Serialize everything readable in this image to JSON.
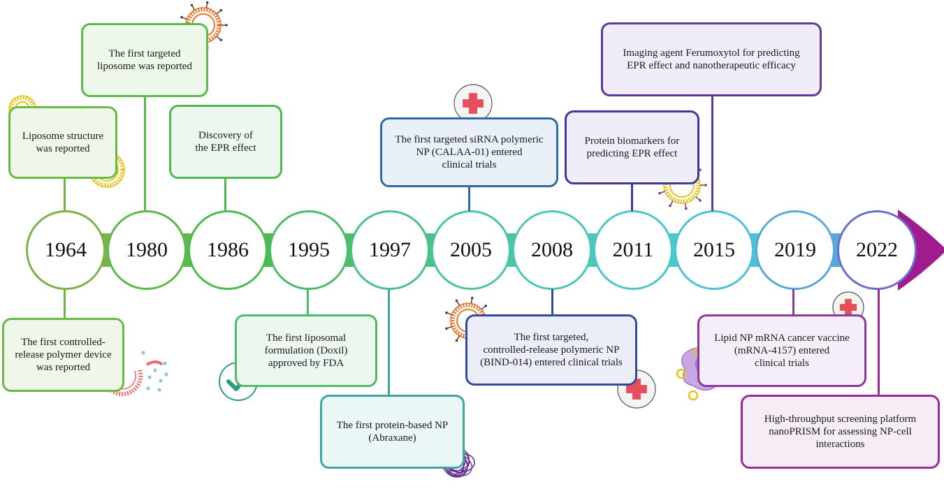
{
  "timeline": {
    "years": [
      {
        "label": "1964",
        "color": "#7db24a"
      },
      {
        "label": "1980",
        "color": "#5cb94c"
      },
      {
        "label": "1986",
        "color": "#4cba4e"
      },
      {
        "label": "1995",
        "color": "#4cbc6a"
      },
      {
        "label": "1997",
        "color": "#4cc08a"
      },
      {
        "label": "2005",
        "color": "#4cc5a4"
      },
      {
        "label": "2008",
        "color": "#4cc8b6"
      },
      {
        "label": "2011",
        "color": "#4cc7c8"
      },
      {
        "label": "2015",
        "color": "#4cc2d8"
      },
      {
        "label": "2019",
        "color": "#58a8d8"
      },
      {
        "label": "2022",
        "color": "#6a6ed0"
      }
    ],
    "end_arrow_color": "#a01c8e"
  },
  "events": [
    {
      "id": "liposome-structure",
      "text": "Liposome structure\nwas reported",
      "border": "#6cb844",
      "fill": "#eef7ea"
    },
    {
      "id": "first-targeted-liposome",
      "text": "The first targeted\nliposome was reported",
      "border": "#5cb94c",
      "fill": "#eef8ea"
    },
    {
      "id": "epr-effect",
      "text": "Discovery of\nthe EPR effect",
      "border": "#4cba4e",
      "fill": "#edf7ef"
    },
    {
      "id": "controlled-release-device",
      "text": "The first controlled-\nrelease polymer device\nwas reported",
      "border": "#6cb844",
      "fill": "#eef7ea"
    },
    {
      "id": "doxil",
      "text": "The first liposomal\nformulation (Doxil)\napproved by FDA",
      "border": "#4cbc6a",
      "fill": "#edf7ef"
    },
    {
      "id": "abraxane",
      "text": "The first protein-based NP\n(Abraxane)",
      "border": "#3aa8a0",
      "fill": "#ebf6f6"
    },
    {
      "id": "calaa-01",
      "text": "The first targeted siRNA polymeric\nNP (CALAA-01) entered\nclinical trials",
      "border": "#2f6aa6",
      "fill": "#e9f0f7"
    },
    {
      "id": "bind-014",
      "text": "The first targeted,\ncontrolled-release polymeric NP\n(BIND-014) entered clinical trials",
      "border": "#334a9a",
      "fill": "#eceef7"
    },
    {
      "id": "protein-biomarkers",
      "text": "Protein biomarkers for\npredicting EPR effect",
      "border": "#3c3a9a",
      "fill": "#efeef8"
    },
    {
      "id": "ferumoxytol",
      "text": "Imaging agent Ferumoxytol for predicting\nEPR effect and nanotherapeutic efficacy",
      "border": "#5b3a9a",
      "fill": "#f1edf8"
    },
    {
      "id": "mrna-4157",
      "text": "Lipid NP mRNA cancer vaccine\n(mRNA-4157) entered\nclinical trials",
      "border": "#8a3a9a",
      "fill": "#f5edf7"
    },
    {
      "id": "nanoprism",
      "text": "High-throughput screening platform\nnanoPRISM for assessing NP-cell\ninteractions",
      "border": "#9a2a9a",
      "fill": "#f6ecf6"
    }
  ],
  "icons": [
    "liposome-icon",
    "targeted-liposome-icon",
    "ruptured-liposome-icon",
    "approved-check-icon",
    "protein-tangle-icon",
    "medical-cross-icon",
    "targeted-nanoparticle-icon",
    "cancer-cell-icon"
  ]
}
